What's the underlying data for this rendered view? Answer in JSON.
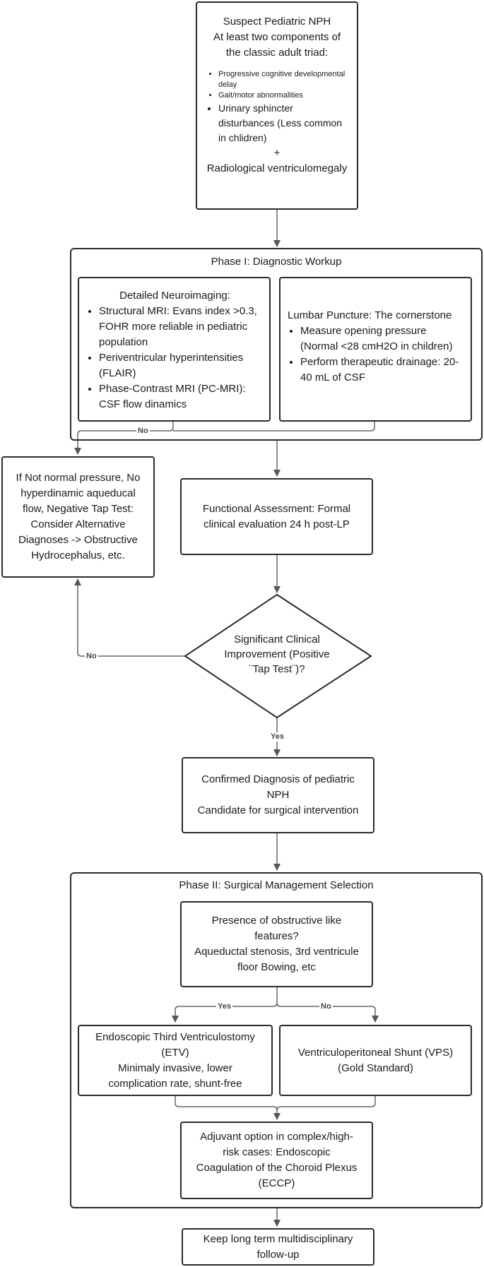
{
  "start_box": {
    "line1": "Suspect Pediatric NPH",
    "line2": "At least two components of the classic adult triad:",
    "bullets_small": [
      "Progressive cognitive developmental delay",
      "Gait/motor abnormalities"
    ],
    "bullet_large": "Urinary sphincter disturbances (Less common in chlidren)",
    "plus": "+",
    "line3": "Radiological ventriculomegaly"
  },
  "phase1": {
    "title": "Phase I: Diagnostic Workup",
    "neuro": {
      "title": "Detailed Neuroimaging:",
      "bullets": [
        "Structural MRI: Evans index >0.3, FOHR more reliable in pediatric population",
        "Periventricular hyperintensities (FLAIR)",
        "Phase-Contrast MRI (PC-MRI): CSF flow dinamics"
      ]
    },
    "lumbar": {
      "title": "Lumbar Puncture: The cornerstone",
      "bullets": [
        "Measure opening pressure (Normal <28 cmH2O in children)",
        "Perform therapeutic drainage: 20-40 mL of CSF"
      ]
    }
  },
  "alt_box": "If Not normal pressure, No hyperdinamic aqueducal flow, Negative Tap Test: Consider Alternative Diagnoses -> Obstructive Hydrocephalus, etc.",
  "functional_box": "Functional Assessment: Formal clinical evaluation 24 h post-LP",
  "decision": "Significant Clinical Improvement (Positive ¨Tap Test¨)?",
  "confirmed_box": {
    "line1": "Confirmed Diagnosis of pediatric NPH",
    "line2": "Candidate for surgical intervention"
  },
  "phase2": {
    "title": "Phase II: Surgical Management Selection",
    "obstructive": {
      "line1": "Presence of obstructive like features?",
      "line2": "Aqueductal stenosis, 3rd ventricule floor Bowing, etc"
    },
    "etv": {
      "line1": "Endoscopic Third Ventriculostomy (ETV)",
      "line2": "Minimaly invasive, lower complication rate, shunt-free"
    },
    "vps": {
      "line1": "Ventriculoperitoneal Shunt (VPS)",
      "line2": "(Gold Standard)"
    },
    "adjuvant": "Adjuvant option in complex/high-risk cases: Endoscopic Coagulation of the Choroid Plexus (ECCP)"
  },
  "final_box": "Keep long term multidisciplinary follow-up",
  "labels": {
    "no": "No",
    "yes": "Yes"
  }
}
